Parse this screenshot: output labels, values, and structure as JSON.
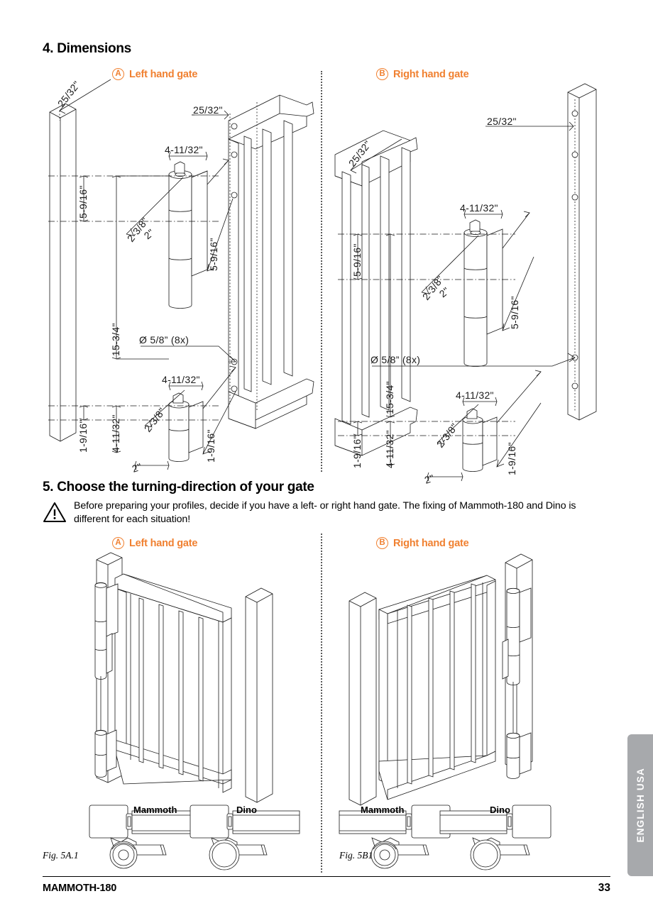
{
  "document": {
    "footer_title": "MAMMOTH-180",
    "page_number": "33",
    "side_tab": "ENGLISH USA"
  },
  "sections": [
    {
      "number": "4",
      "heading": "4. Dimensions"
    },
    {
      "number": "5",
      "heading": "5. Choose the turning-direction of your gate",
      "note": "Before preparing your profiles, decide if you have a left- or right hand gate. The fixing of Mammoth-180 and Dino is different for each situation!"
    }
  ],
  "gate_labels": {
    "a_badge": "A",
    "a_text": "Left hand gate",
    "b_badge": "B",
    "b_text": "Right hand gate"
  },
  "colors": {
    "accent_orange": "#F08030",
    "tab_gray": "#A7A9AC",
    "line_black": "#1a1a1a"
  },
  "dimensions_figure": {
    "left_hand_gate": {
      "post_top": "25/32\"",
      "frame_top": "25/32\"",
      "upper_hinge": {
        "offset_top": "5-9/16\"",
        "spacing": "15-3/4\"",
        "depth_a": "2-3/8\"",
        "width": "4-11/32\"",
        "depth_b": "2\"",
        "side_offset": "5-9/16\""
      },
      "hole_note": "Ø 5/8” (8x)",
      "lower_hinge": {
        "offset_bottom": "1-9/16\"",
        "height": "4-11/32\"",
        "depth_a": "2-3/8\"",
        "width": "4-11/32\"",
        "depth_b": "2\"",
        "side_offset": "1-9/16\""
      }
    },
    "right_hand_gate": {
      "post_top": "25/32\"",
      "frame_top": "25/32\"",
      "upper_hinge": {
        "offset_top": "5-9/16\"",
        "spacing": "15-3/4\"",
        "depth_a": "2-3/8\"",
        "width": "4-11/32\"",
        "depth_b": "2\"",
        "side_offset": "5-9/16\""
      },
      "hole_note": "Ø 5/8” (8x)",
      "lower_hinge": {
        "offset_bottom": "1-9/16\"",
        "height": "4-11/32\"",
        "depth_a": "2-3/8\"",
        "width": "4-11/32\"",
        "depth_b": "2\"",
        "side_offset": "1-9/16\""
      }
    }
  },
  "turning_figure": {
    "left": {
      "caption": "Fig. 5A.1",
      "parts": [
        {
          "name": "Mammoth"
        },
        {
          "name": "Dino"
        }
      ]
    },
    "right": {
      "caption": "Fig. 5B1",
      "parts": [
        {
          "name": "Mammoth"
        },
        {
          "name": "Dino"
        }
      ]
    }
  }
}
